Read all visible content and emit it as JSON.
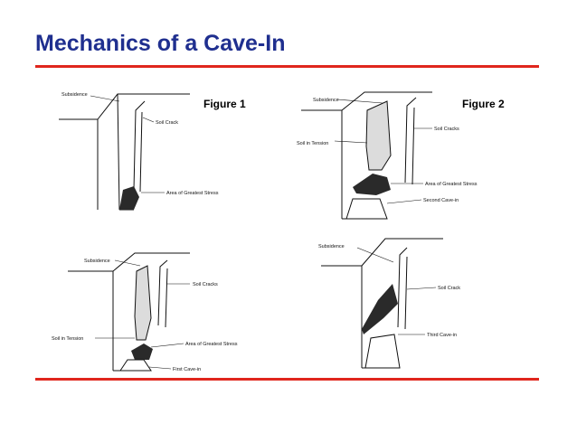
{
  "slide": {
    "title": "Mechanics of a Cave-In",
    "accent_color": "#e0261d",
    "title_color": "#1f2f8f"
  },
  "figures": [
    {
      "label": "Figure 1"
    },
    {
      "label": "Figure 2"
    }
  ],
  "panels": {
    "top_left": {
      "labels": [
        "Subsidence",
        "Soil Crack",
        "Area of Greatest Stress"
      ]
    },
    "top_right": {
      "labels": [
        "Subsidence",
        "Soil Cracks",
        "Soil in Tension",
        "Area of Greatest Stress",
        "Second Cave-in"
      ]
    },
    "bottom_left": {
      "labels": [
        "Subsidence",
        "Soil Cracks",
        "Soil in Tension",
        "Area of Greatest Stress",
        "First Cave-in"
      ]
    },
    "bottom_right": {
      "labels": [
        "Subsidence",
        "Soil Crack",
        "Third Cave-in"
      ]
    }
  }
}
